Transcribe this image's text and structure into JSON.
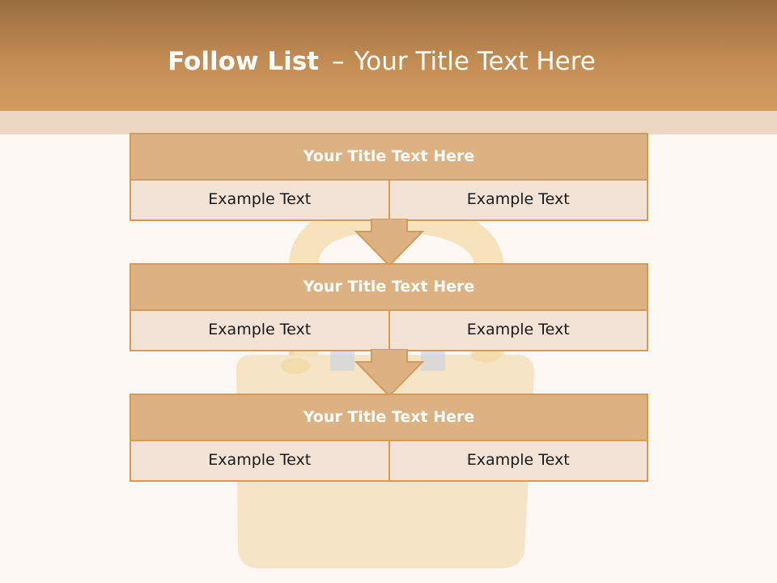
{
  "slide": {
    "title_bold": "Follow List",
    "title_separator": "–",
    "title_rest": "Your Title Text Here"
  },
  "blocks": [
    {
      "title": "Your Title Text Here",
      "cells": [
        "Example Text",
        "Example Text"
      ]
    },
    {
      "title": "Your Title Text Here",
      "cells": [
        "Example Text",
        "Example Text"
      ]
    },
    {
      "title": "Your Title Text Here",
      "cells": [
        "Example Text",
        "Example Text"
      ]
    }
  ],
  "colors": {
    "header_top": "#9a6e3f",
    "header_bottom": "#d39c5f",
    "block_title": "#ddb282",
    "block_cell": "#f2e3d6",
    "border": "#d49a5b"
  },
  "icons": {
    "background": "padlock-image",
    "connector": "down-arrow-icon"
  }
}
